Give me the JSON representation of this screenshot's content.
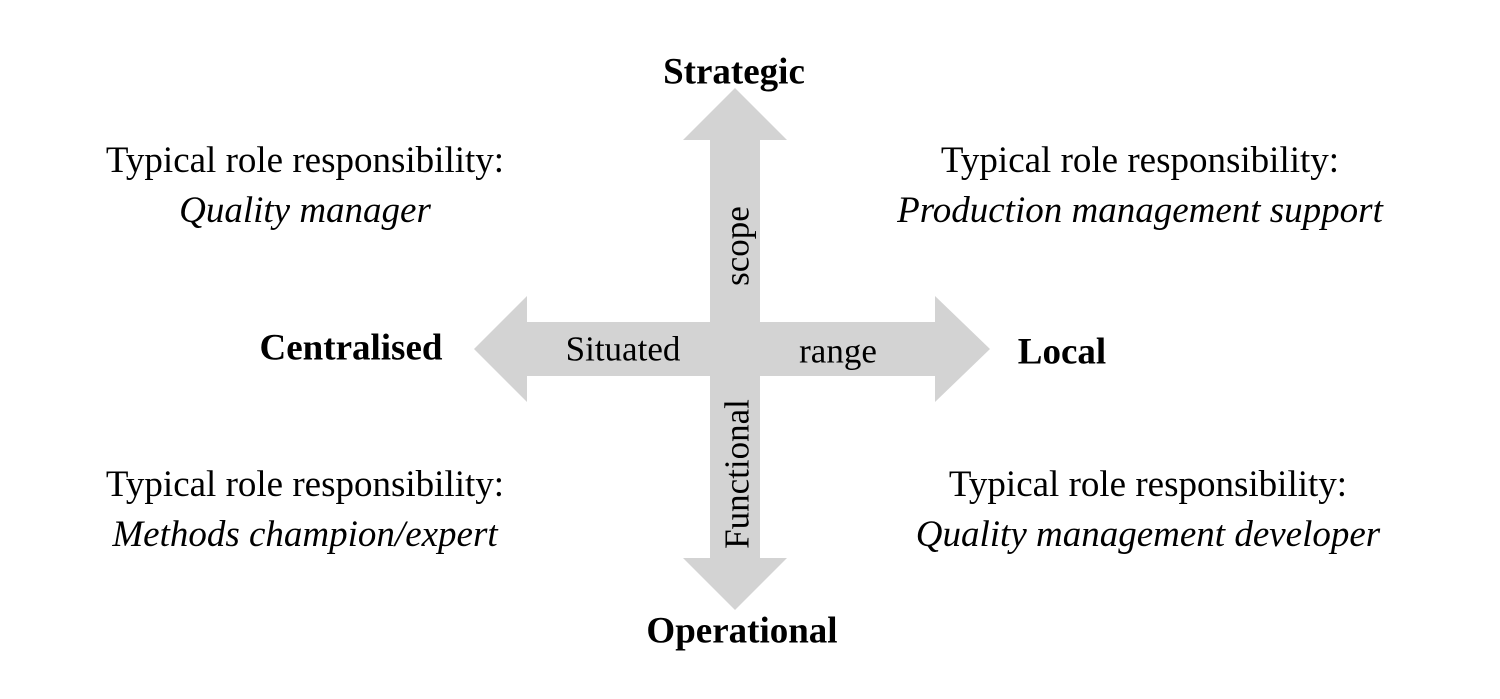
{
  "poles": {
    "top": "Strategic",
    "bottom": "Operational",
    "left": "Centralised",
    "right": "Local"
  },
  "axis_labels": {
    "horizontal_left": "Situated",
    "horizontal_right": "range",
    "vertical_top": "scope",
    "vertical_bottom": "Functional"
  },
  "quadrants": {
    "top_left": {
      "heading": "Typical role responsibility:",
      "role": "Quality manager"
    },
    "top_right": {
      "heading": "Typical role responsibility:",
      "role": "Production management support"
    },
    "bottom_left": {
      "heading": "Typical role responsibility:",
      "role": "Methods champion/expert"
    },
    "bottom_right": {
      "heading": "Typical role responsibility:",
      "role": "Quality management developer"
    }
  },
  "colors": {
    "arrow_fill": "#d3d3d3",
    "text": "#000000",
    "background": "#ffffff"
  }
}
